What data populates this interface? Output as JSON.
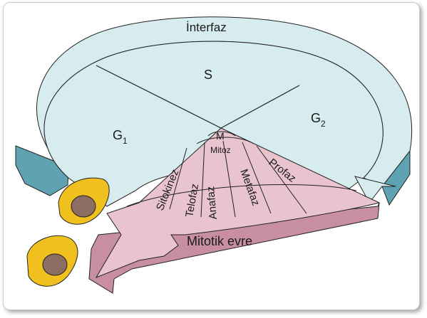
{
  "phases": {
    "interphase": "İnterfaz",
    "s": "S",
    "g1": "G",
    "g1_sub": "1",
    "g2": "G",
    "g2_sub": "2",
    "m": "M",
    "mitosis": "Mitoz",
    "mitotic_phase": "Mitotik evre"
  },
  "mitosis_stages": {
    "cytokinesis": "Sitokinez",
    "telophase": "Telofaz",
    "anaphase": "Anafaz",
    "metaphase": "Metafaz",
    "prophase": "Profaz"
  },
  "colors": {
    "interphase_fill": "#d7ecef",
    "interphase_side": "#5fa3b3",
    "mitotic_fill": "#e9c4cf",
    "mitotic_side": "#c88fa2",
    "cell_outer": "#f0c11e",
    "cell_nucleus": "#8d6e63",
    "outline": "#222222"
  }
}
